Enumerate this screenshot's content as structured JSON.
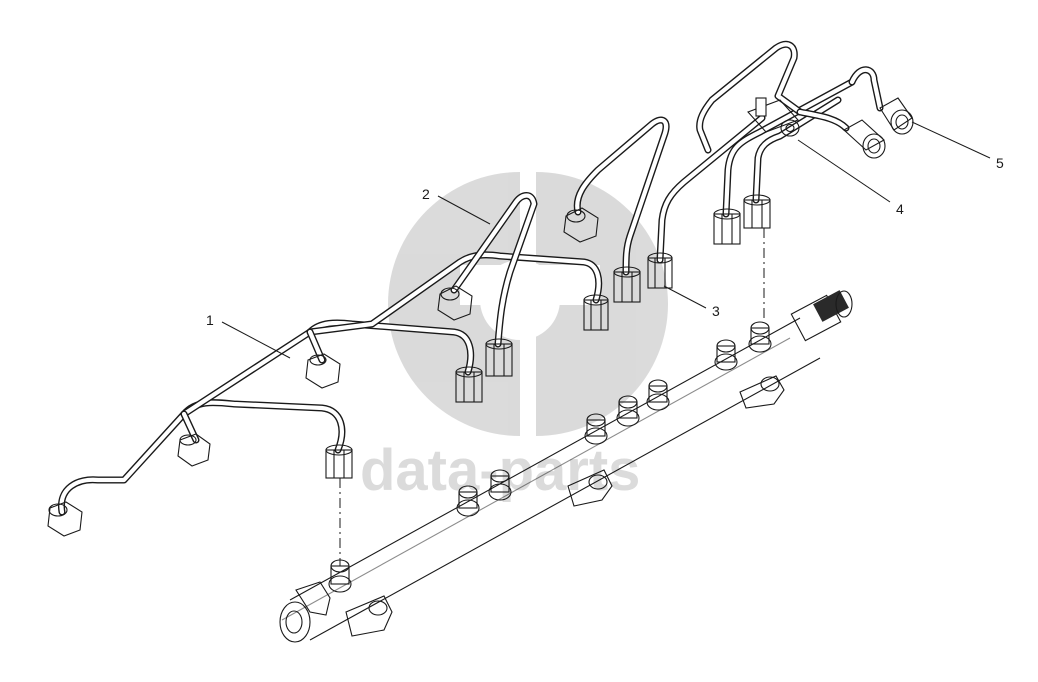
{
  "diagram": {
    "callouts": [
      {
        "id": "1",
        "label": "1"
      },
      {
        "id": "2",
        "label": "2"
      },
      {
        "id": "3",
        "label": "3"
      },
      {
        "id": "4",
        "label": "4"
      },
      {
        "id": "5",
        "label": "5"
      }
    ]
  },
  "watermark": {
    "text": "data-parts"
  },
  "colors": {
    "line": "#1a1a1a",
    "background": "#ffffff",
    "watermark": "#cfcfcf"
  }
}
